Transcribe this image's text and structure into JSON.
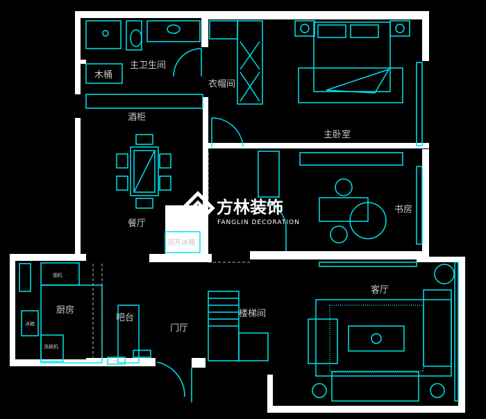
{
  "rooms": {
    "master_bath": "主卫生间",
    "bathtub": "木桶",
    "walk_in_closet": "衣帽间",
    "master_bedroom": "主卧室",
    "wine_cabinet": "酒柜",
    "dining_room": "餐厅",
    "study": "书房",
    "double_fridge": "双开冰箱",
    "kitchen": "厨房",
    "bar": "吧台",
    "foyer": "门厅",
    "stairwell": "楼梯间",
    "living_room": "客厅"
  },
  "appliances": {
    "range_hood": "烟机",
    "fridge": "冰箱",
    "dishwasher": "洗碗机",
    "pd": "PD"
  },
  "logo": {
    "name": "方林装饰",
    "subtitle": "FANGLIN DECORATION"
  },
  "colors": {
    "wall": "#ffffff",
    "furniture": "#00e5ee",
    "background": "#000000"
  }
}
